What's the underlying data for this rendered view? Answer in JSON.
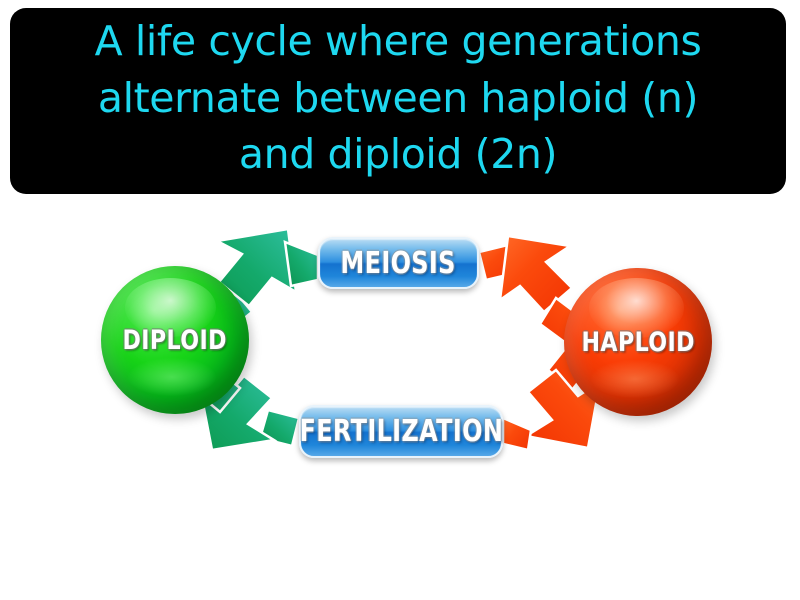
{
  "definition": {
    "text": "A life cycle where generations\nalternate between haploid (n)\nand diploid (2n)",
    "text_color": "#1ed8f0",
    "background_color": "#000000"
  },
  "diagram": {
    "title": "alternation-of-generations-cycle",
    "nodes": [
      {
        "id": "diploid",
        "label": "DIPLOID",
        "shape": "sphere",
        "color": "#18d418"
      },
      {
        "id": "haploid",
        "label": "HAPLOID",
        "shape": "sphere",
        "color": "#fa3d06"
      }
    ],
    "processes": [
      {
        "id": "meiosis",
        "label": "MEIOSIS",
        "shape": "rounded-button",
        "color": "#1472cf"
      },
      {
        "id": "fertilization",
        "label": "FERTILIZATION",
        "shape": "rounded-button",
        "color": "#1472cf"
      }
    ],
    "arrows": [
      {
        "id": "diploid-to-meiosis",
        "from": "diploid",
        "to": "meiosis",
        "direction": "up-right",
        "color": "#13a06a"
      },
      {
        "id": "meiosis-to-haploid",
        "from": "meiosis",
        "to": "haploid",
        "direction": "down-right",
        "color": "#f93d07"
      },
      {
        "id": "haploid-to-fertilization",
        "from": "haploid",
        "to": "fertilization",
        "direction": "down-left",
        "color": "#f93d07"
      },
      {
        "id": "fertilization-to-diploid",
        "from": "fertilization",
        "to": "diploid",
        "direction": "up-left",
        "color": "#13a06a"
      }
    ]
  },
  "page": {
    "background_color": "#ffffff"
  }
}
